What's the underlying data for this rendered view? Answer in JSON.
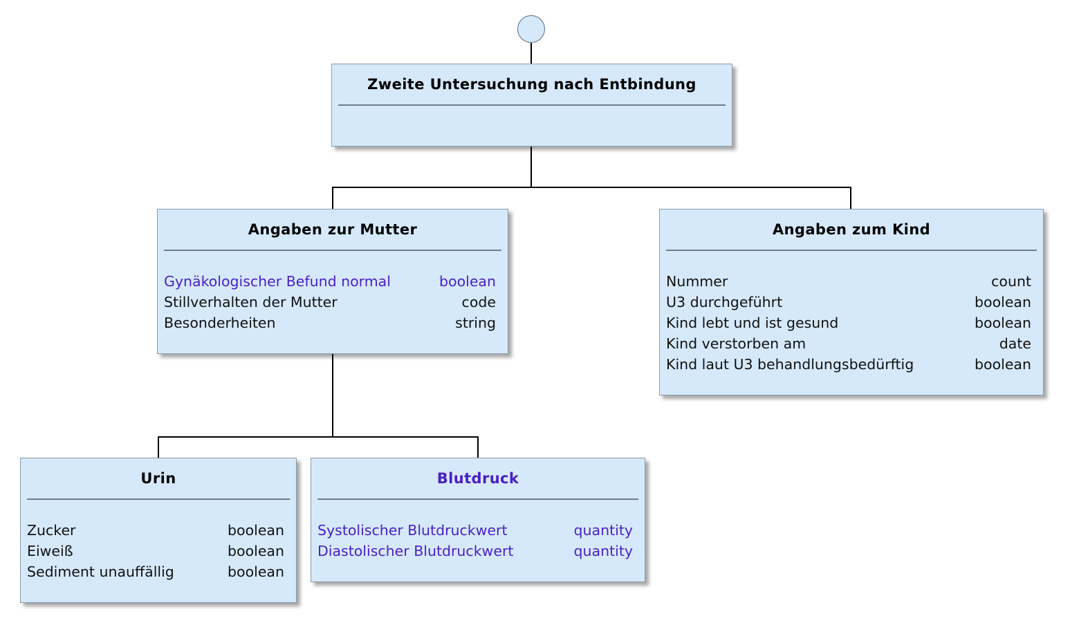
{
  "colors": {
    "box_fill": "#d6e9fb",
    "highlight_text": "#4a1fc0",
    "normal_text": "#111111",
    "connector": "#000000"
  },
  "root": {
    "title": "Zweite Untersuchung nach Entbindung"
  },
  "mutter": {
    "title": "Angaben zur Mutter",
    "attributes": [
      {
        "name": "Gynäkologischer Befund normal",
        "type": "boolean",
        "highlighted": true
      },
      {
        "name": "Stillverhalten der Mutter",
        "type": "code",
        "highlighted": false
      },
      {
        "name": "Besonderheiten",
        "type": "string",
        "highlighted": false
      }
    ]
  },
  "kind": {
    "title": "Angaben zum Kind",
    "attributes": [
      {
        "name": "Nummer",
        "type": "count",
        "highlighted": false
      },
      {
        "name": "U3 durchgeführt",
        "type": "boolean",
        "highlighted": false
      },
      {
        "name": "Kind lebt und ist gesund",
        "type": "boolean",
        "highlighted": false
      },
      {
        "name": "Kind verstorben am",
        "type": "date",
        "highlighted": false
      },
      {
        "name": "Kind laut U3 behandlungsbedürftig",
        "type": "boolean",
        "highlighted": false
      }
    ]
  },
  "urin": {
    "title": "Urin",
    "attributes": [
      {
        "name": "Zucker",
        "type": "boolean",
        "highlighted": false
      },
      {
        "name": "Eiweiß",
        "type": "boolean",
        "highlighted": false
      },
      {
        "name": "Sediment unauffällig",
        "type": "boolean",
        "highlighted": false
      }
    ]
  },
  "blutdruck": {
    "title": "Blutdruck",
    "title_highlighted": true,
    "attributes": [
      {
        "name": "Systolischer Blutdruckwert",
        "type": "quantity",
        "highlighted": true
      },
      {
        "name": "Diastolischer Blutdruckwert",
        "type": "quantity",
        "highlighted": true
      }
    ]
  }
}
